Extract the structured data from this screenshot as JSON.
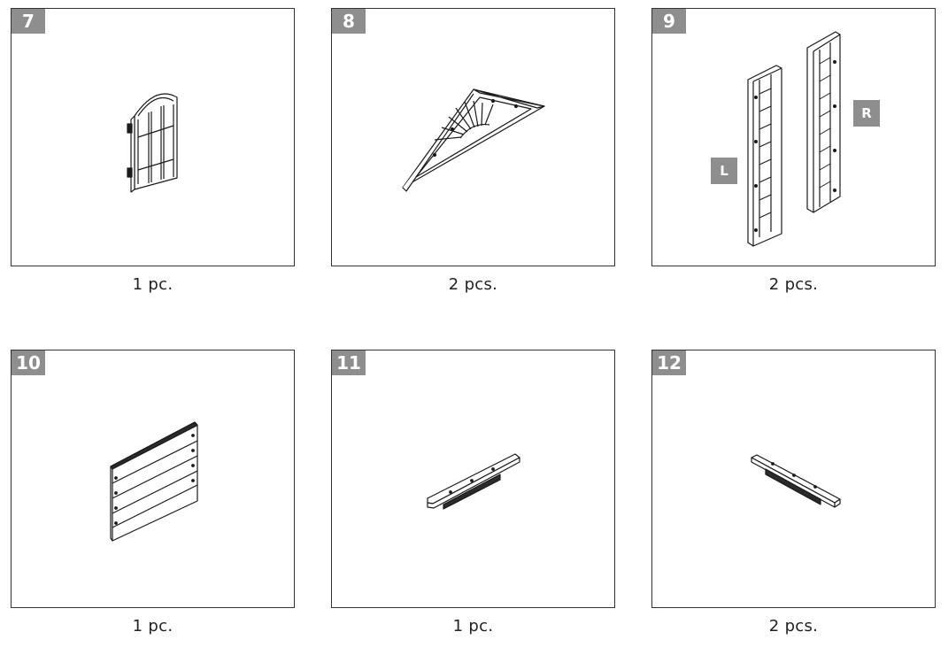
{
  "parts": [
    {
      "number": "7",
      "quantity": "1 pc.",
      "icon": "arched-door-icon"
    },
    {
      "number": "8",
      "quantity": "2 pcs.",
      "icon": "gable-triangle-icon"
    },
    {
      "number": "9",
      "quantity": "2 pcs.",
      "icon": "side-posts-icon",
      "labels": [
        "L",
        "R"
      ]
    },
    {
      "number": "10",
      "quantity": "1 pc.",
      "icon": "slat-panel-icon"
    },
    {
      "number": "11",
      "quantity": "1 pc.",
      "icon": "beam-icon"
    },
    {
      "number": "12",
      "quantity": "2 pcs.",
      "icon": "beam-icon"
    }
  ]
}
